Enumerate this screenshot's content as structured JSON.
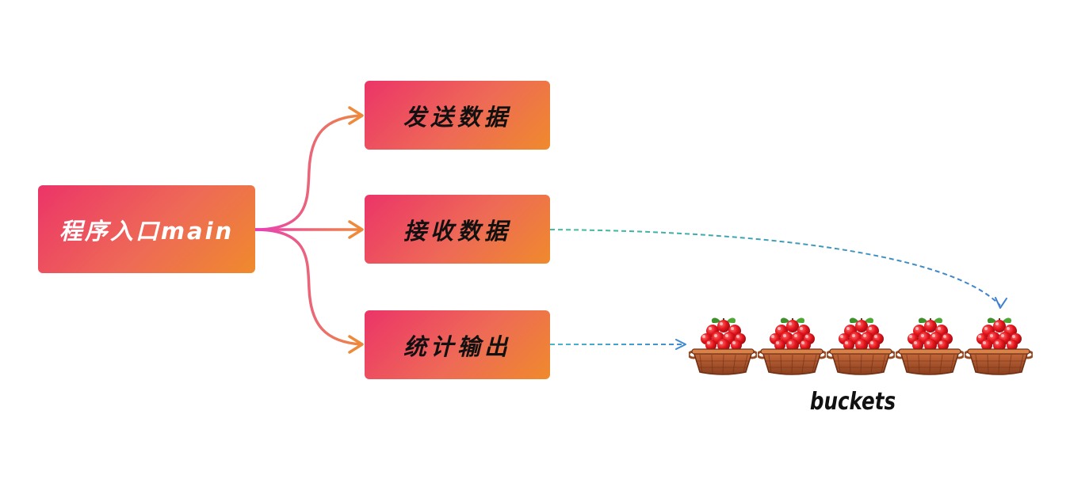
{
  "nodes": {
    "main": "程序入口main",
    "send": "发送数据",
    "receive": "接收数据",
    "stats": "统计输出"
  },
  "buckets": {
    "label": "buckets",
    "count": 5
  },
  "colors": {
    "box_start": "#ec3468",
    "box_end": "#ef8a2c",
    "branch_start": "#e83fb6",
    "branch_end": "#ee8a3c",
    "dashed_start": "#3fbf9a",
    "dashed_end": "#3f7fd0"
  }
}
